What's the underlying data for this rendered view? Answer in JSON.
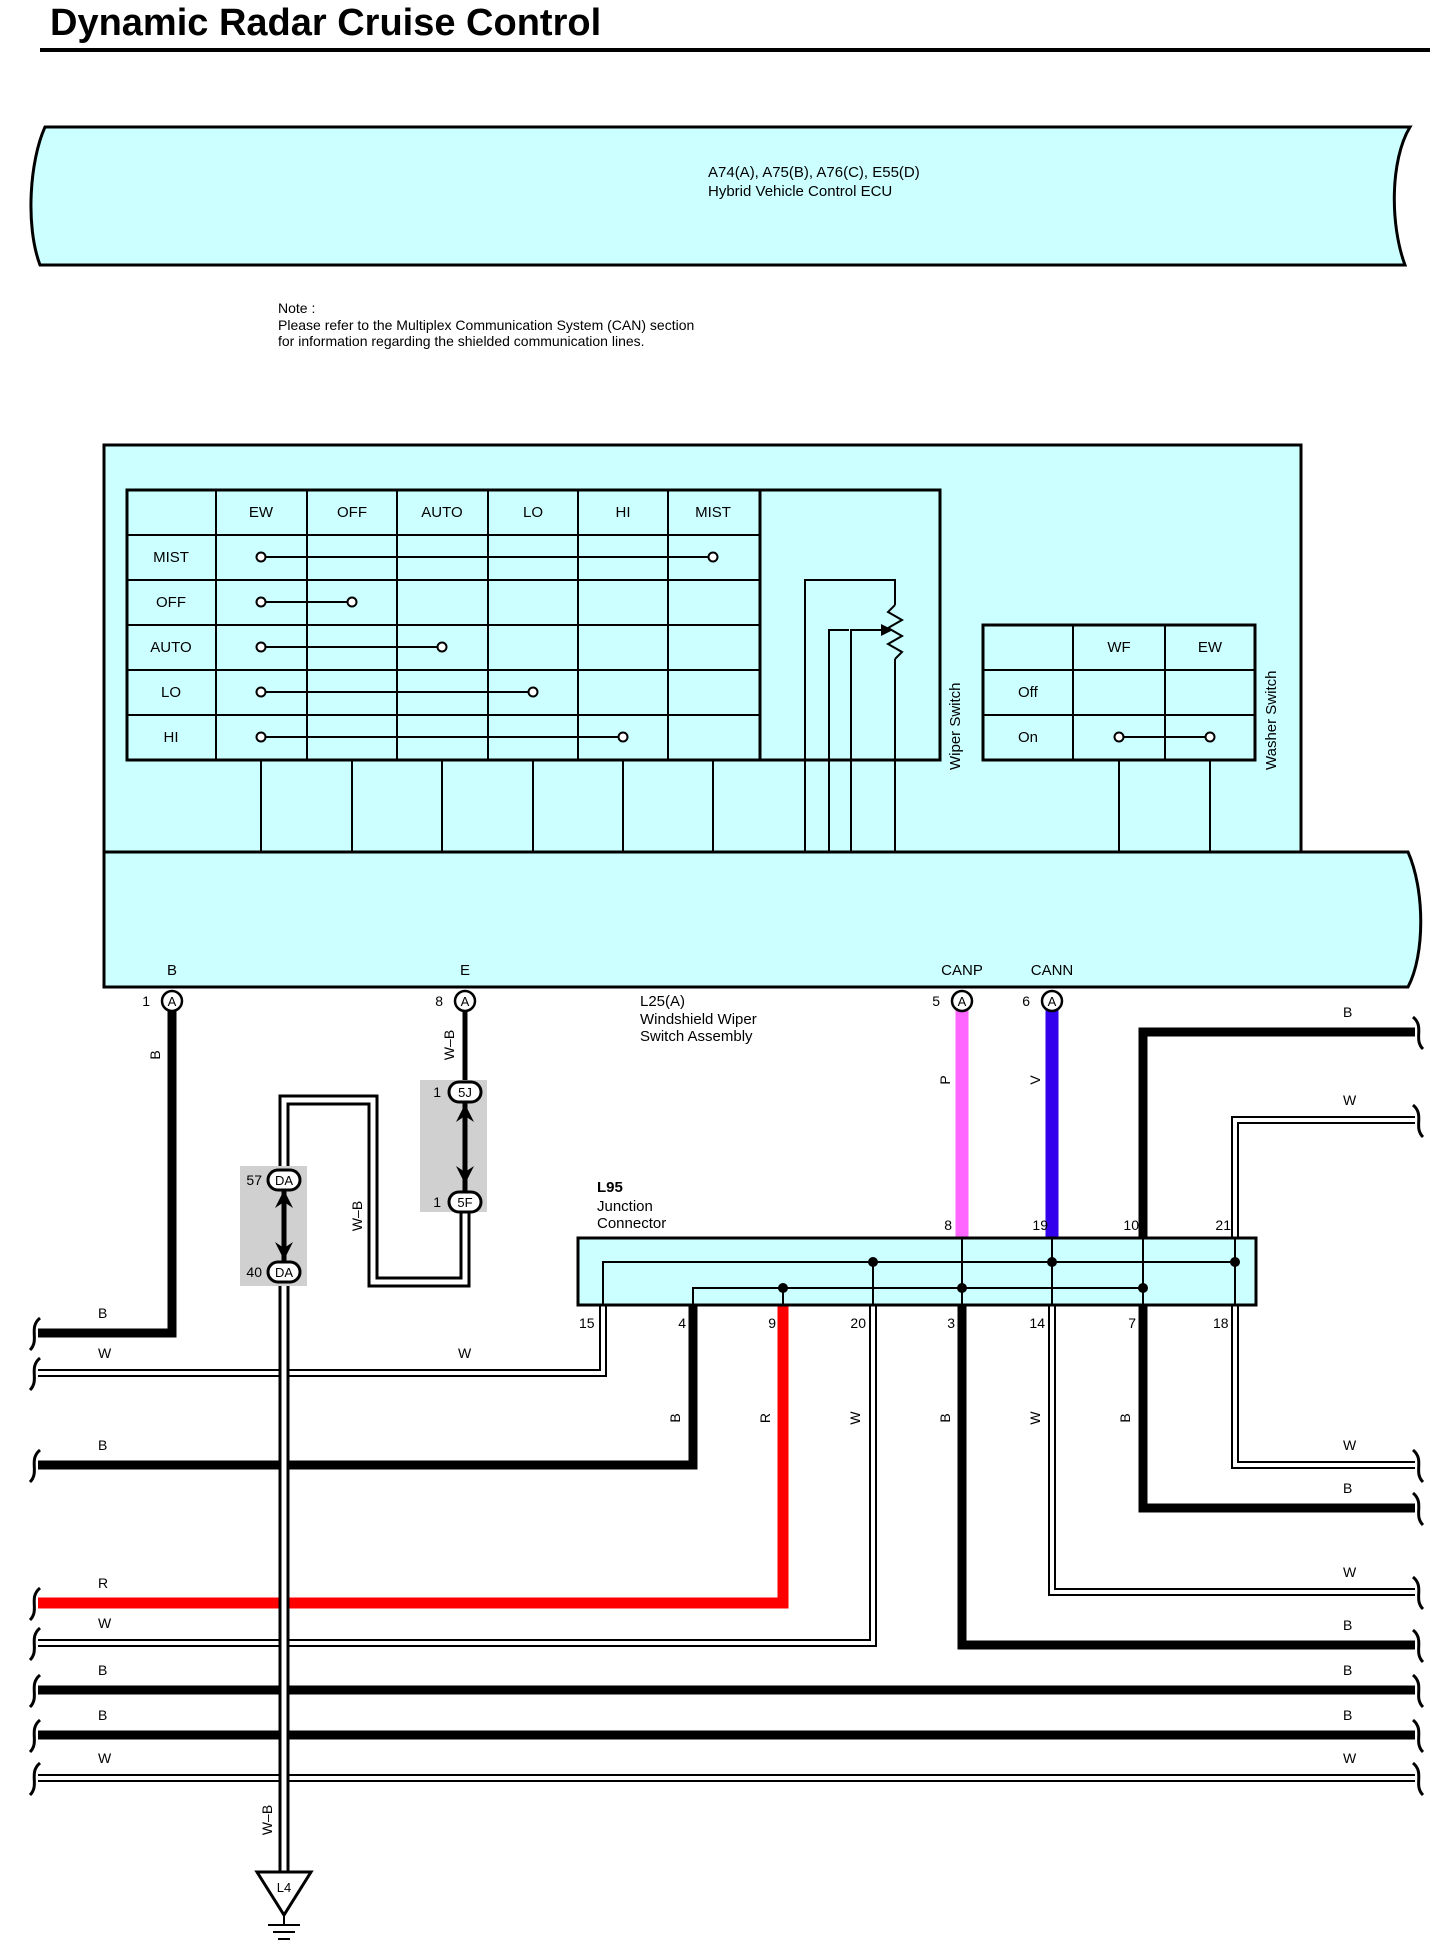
{
  "title": "Dynamic Radar Cruise Control",
  "ecu": {
    "codes": "A74(A), A75(B), A76(C), E55(D)",
    "name": "Hybrid Vehicle Control ECU"
  },
  "note": {
    "heading": "Note :",
    "line1": "Please refer to the Multiplex Communication System (CAN) section",
    "line2": "for information regarding the shielded communication lines."
  },
  "wiper_table": {
    "columns": [
      "EW",
      "OFF",
      "AUTO",
      "LO",
      "HI",
      "MIST"
    ],
    "rows": [
      {
        "label": "MIST",
        "span": 6
      },
      {
        "label": "OFF",
        "span": 2
      },
      {
        "label": "AUTO",
        "span": 3
      },
      {
        "label": "LO",
        "span": 4
      },
      {
        "label": "HI",
        "span": 5
      }
    ],
    "title": "Wiper Switch"
  },
  "washer_table": {
    "columns": [
      "WF",
      "EW"
    ],
    "rows": [
      {
        "label": "Off",
        "connected": false
      },
      {
        "label": "On",
        "connected": true
      }
    ],
    "title": "Washer Switch"
  },
  "switch_assembly": {
    "code": "L25(A)",
    "name_line1": "Windshield Wiper",
    "name_line2": "Switch Assembly",
    "pins": [
      {
        "label": "B",
        "num": "1",
        "conn": "A"
      },
      {
        "label": "E",
        "num": "8",
        "conn": "A"
      },
      {
        "label": "CANP",
        "num": "5",
        "conn": "A"
      },
      {
        "label": "CANN",
        "num": "6",
        "conn": "A"
      }
    ]
  },
  "junction": {
    "code": "L95",
    "name_line1": "Junction",
    "name_line2": "Connector",
    "top_pins": [
      "8",
      "19",
      "10",
      "21"
    ],
    "bottom_pins": [
      "15",
      "4",
      "9",
      "20",
      "3",
      "14",
      "7",
      "18"
    ]
  },
  "connectors": {
    "c5j_num": "1",
    "c5j": "5J",
    "c5f_num": "1",
    "c5f": "5F",
    "cda_top_num": "57",
    "cda_bot_num": "40",
    "cda": "DA"
  },
  "ground": "L4",
  "wire_labels": {
    "b_pin1": "B",
    "wb_pin8": "W–B",
    "wb_loop": "W–B",
    "wb_ground": "W–B",
    "p_canp": "P",
    "v_cann": "V",
    "j4": "B",
    "j9": "R",
    "j20": "W",
    "j3": "B",
    "j14": "W",
    "j7": "B",
    "left": [
      "B",
      "W",
      "W",
      "B",
      "R",
      "W",
      "B",
      "B",
      "W"
    ],
    "right": [
      "B",
      "W",
      "W",
      "B",
      "W",
      "B",
      "B",
      "B",
      "W"
    ]
  },
  "colors": {
    "panel": "#ccffff",
    "pink": "#ff66ff",
    "violet": "#3300ee",
    "red": "#ff0000",
    "black": "#000000",
    "connector_bg": "#d0d0d0"
  }
}
